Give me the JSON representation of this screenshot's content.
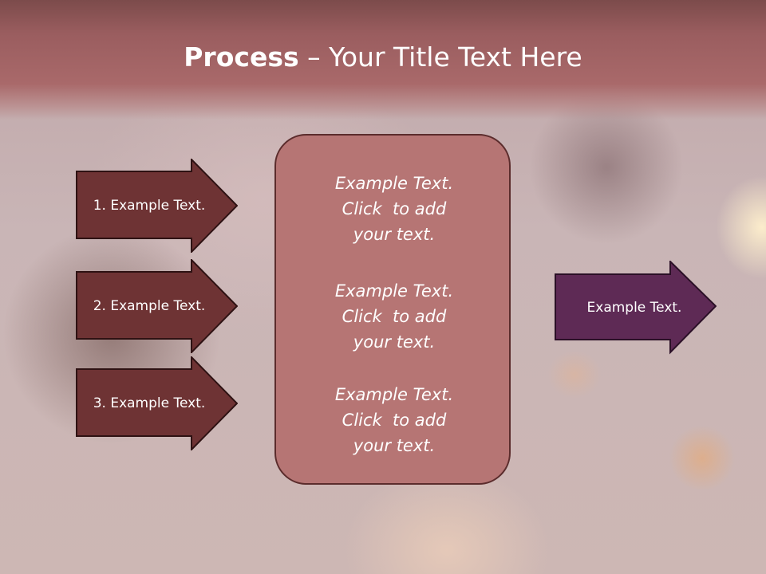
{
  "title": {
    "bold": "Process",
    "rest": " – Your Title Text Here"
  },
  "steps": [
    {
      "label": "1. Example Text."
    },
    {
      "label": "2. Example Text."
    },
    {
      "label": "3. Example Text."
    }
  ],
  "center_blocks": [
    {
      "line1": "Example Text.",
      "line2": "Click  to add",
      "line3": "your text."
    },
    {
      "line1": "Example Text.",
      "line2": "Click  to add",
      "line3": "your text."
    },
    {
      "line1": "Example Text.",
      "line2": "Click  to add",
      "line3": "your text."
    }
  ],
  "output": {
    "label": "Example Text."
  },
  "colors": {
    "banner": "#a9696a",
    "step_fill": "#6e3334",
    "center_fill": "#b67574",
    "output_fill": "#5e2a55",
    "text": "#ffffff"
  }
}
